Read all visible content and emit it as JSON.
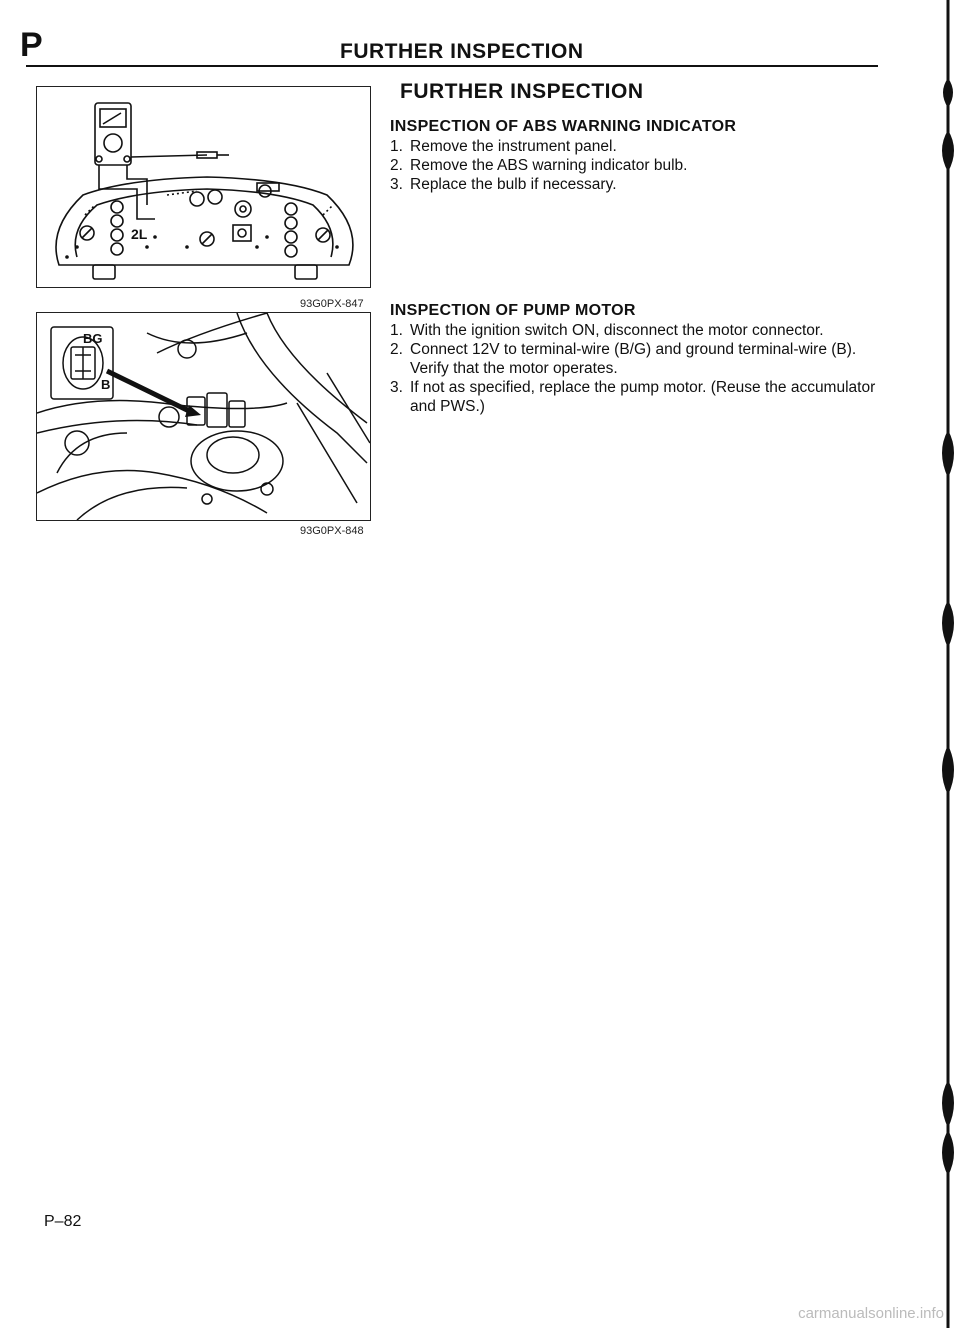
{
  "header": {
    "section_letter": "P",
    "title": "FURTHER INSPECTION"
  },
  "figures": [
    {
      "code": "93G0PX-847",
      "label_2l": "2L"
    },
    {
      "code": "93G0PX-848",
      "label_bg": "BG",
      "label_b": "B"
    }
  ],
  "main_title": "FURTHER INSPECTION",
  "sections": [
    {
      "heading": "INSPECTION OF ABS WARNING INDICATOR",
      "steps": [
        {
          "num": "1.",
          "text": "Remove the instrument panel."
        },
        {
          "num": "2.",
          "text": "Remove the ABS warning indicator bulb."
        },
        {
          "num": "3.",
          "text": "Replace the bulb if necessary."
        }
      ]
    },
    {
      "heading": "INSPECTION OF PUMP MOTOR",
      "steps": [
        {
          "num": "1.",
          "text": "With the ignition switch ON, disconnect the motor connector."
        },
        {
          "num": "2.",
          "text": "Connect 12V to terminal-wire (B/G) and ground terminal-wire (B). Verify that the motor operates."
        },
        {
          "num": "3.",
          "text": "If not as specified, replace the pump motor. (Reuse the accumulator and PWS.)"
        }
      ]
    }
  ],
  "footer": {
    "page_number": "P–82",
    "watermark": "carmanualsonline.info"
  }
}
